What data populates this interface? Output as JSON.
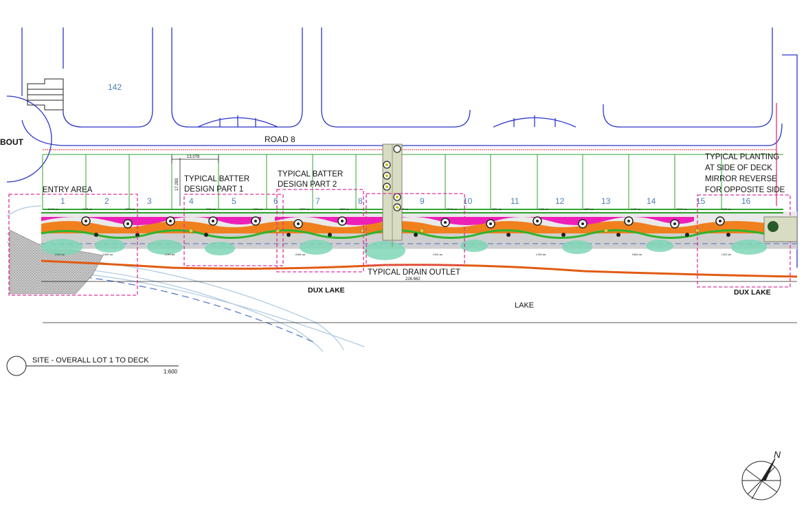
{
  "plan": {
    "lot_142": "142",
    "roundabout": "BOUT",
    "road": "ROAD 8",
    "entry_area": "ENTRY AREA",
    "batter1": [
      "TYPICAL BATTER",
      "DESIGN PART 1"
    ],
    "batter2": [
      "TYPICAL BATTER",
      "DESIGN PART 2"
    ],
    "typical_planting": [
      "TYPICAL PLANTING",
      "AT SIDE OF DECK",
      "MIRROR REVERSE",
      "FOR OPPOSITE SIDE"
    ],
    "drain_outlet": "TYPICAL DRAIN OUTLET",
    "dimension_total": "226.662",
    "dimension_width": "13.078",
    "dimension_height": "17.283",
    "dux_lake_left": "DUX LAKE",
    "dux_lake_right": "DUX LAKE",
    "lake": "LAKE",
    "lot_numbers": [
      "1",
      "2",
      "3",
      "4",
      "5",
      "6",
      "7",
      "8",
      "9",
      "10",
      "11",
      "12",
      "13",
      "14",
      "15",
      "16"
    ],
    "north": "N"
  },
  "title_block": {
    "title": "SITE - OVERALL LOT 1 TO DECK",
    "scale": "1:600"
  },
  "colors": {
    "road": "#2b35c8",
    "lot_line": "#2fa52f",
    "callout": "#e0309a",
    "lot_number": "#4a7fb5",
    "pink_bed": "#ee1fb8",
    "orange_bed": "#f0801e",
    "green_bed": "#2db52d",
    "water_shrub": "#7fd6b7",
    "pipe": "#e25a10",
    "path": "#a9c7e0"
  }
}
